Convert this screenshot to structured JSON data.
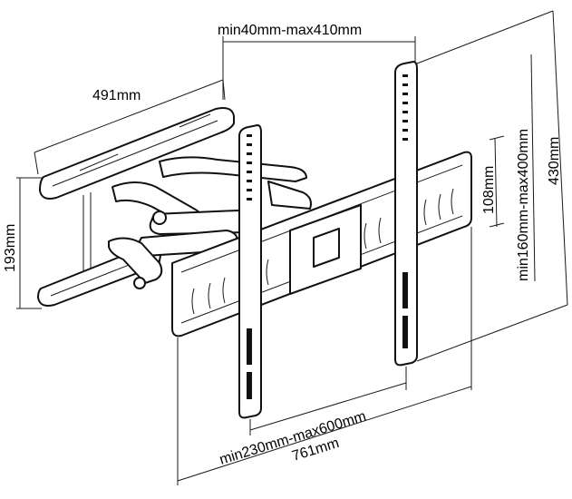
{
  "dimensions": {
    "top_width": "min40mm-max410mm",
    "arm_length": "491mm",
    "wall_plate_height": "193mm",
    "plate_height_total": "430mm",
    "vertical_spacing": "min160mm-max400mm",
    "rail_height": "108mm",
    "horizontal_spacing": "min230mm-max600mm",
    "total_width": "761mm"
  },
  "colors": {
    "line": "#1a1a1a",
    "background": "#ffffff"
  }
}
